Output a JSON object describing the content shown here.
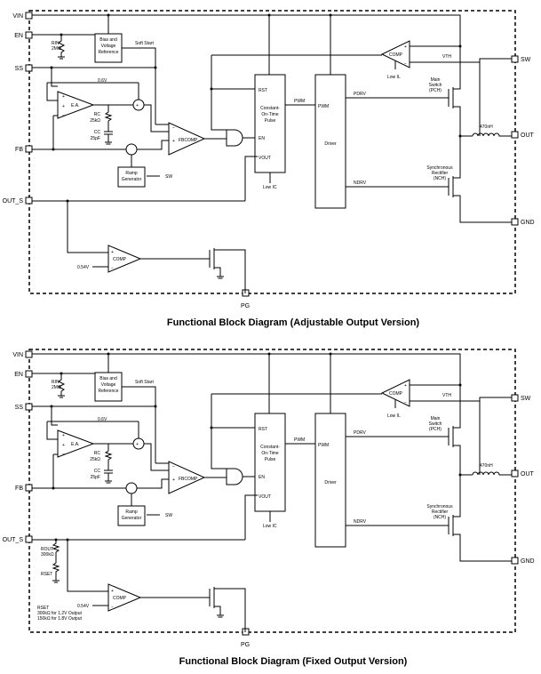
{
  "diagrams": [
    {
      "title": "Functional Block Diagram (Adjustable Output Version)",
      "pins": {
        "vin": "VIN",
        "en": "EN",
        "ss": "SS",
        "fb": "FB",
        "out_s": "OUT_S",
        "sw": "SW",
        "out": "OUT",
        "gnd": "GND",
        "pg": "PG"
      },
      "labels": {
        "rin_resistor": "RIN",
        "rin_value": "2MΩ",
        "bias_ref_l1": "Bias and",
        "bias_ref_l2": "Voltage",
        "bias_ref_l3": "Reference",
        "soft_start": "Soft Start",
        "vref_06": "0.6V",
        "ea": "E.A.",
        "rc": "RC",
        "rc_value": "25kΩ",
        "cc": "CC",
        "cc_value": "25pF",
        "fbcomp": "FBCOMP",
        "ramp_l1": "Ramp",
        "ramp_l2": "Generator",
        "sw_in": "SW",
        "cot_l1": "Constant-",
        "cot_l2": "On-Time",
        "cot_l3": "Pulse",
        "rst": "RST",
        "en_pin": "EN",
        "vout_pin": "VOUT",
        "low_ic": "Low IC",
        "pwm": "PWM",
        "pwm_in": "PWM",
        "driver": "Driver",
        "pdrv": "PDRV",
        "ndrv": "NDRV",
        "comp_top": "COMP",
        "vth": "VTH",
        "low_il": "Low IL",
        "main_sw_l1": "Main",
        "main_sw_l2": "Switch",
        "main_sw_l3": "(PCH)",
        "sync_l1": "Synchronous",
        "sync_l2": "Rectifier",
        "sync_l3": "(NCH)",
        "inductor": "470nH",
        "comp_pg": "COMP",
        "vref_054": "0.54V"
      }
    },
    {
      "title": "Functional Block Diagram (Fixed Output Version)",
      "pins": {
        "vin": "VIN",
        "en": "EN",
        "ss": "SS",
        "fb": "FB",
        "out_s": "OUT_S",
        "sw": "SW",
        "out": "OUT",
        "gnd": "GND",
        "pg": "PG"
      },
      "labels": {
        "rin_resistor": "RIN",
        "rin_value": "2MΩ",
        "bias_ref_l1": "Bias and",
        "bias_ref_l2": "Voltage",
        "bias_ref_l3": "Reference",
        "soft_start": "Soft Start",
        "vref_06": "0.6V",
        "ea": "E.A.",
        "rc": "RC",
        "rc_value": "25kΩ",
        "cc": "CC",
        "cc_value": "25pF",
        "fbcomp": "FBCOMP",
        "ramp_l1": "Ramp",
        "ramp_l2": "Generator",
        "sw_in": "SW",
        "cot_l1": "Constant-",
        "cot_l2": "On-Time",
        "cot_l3": "Pulse",
        "rst": "RST",
        "en_pin": "EN",
        "vout_pin": "VOUT",
        "low_ic": "Low IC",
        "pwm": "PWM",
        "pwm_in": "PWM",
        "driver": "Driver",
        "pdrv": "PDRV",
        "ndrv": "NDRV",
        "comp_top": "COMP",
        "vth": "VTH",
        "low_il": "Low IL",
        "main_sw_l1": "Main",
        "main_sw_l2": "Switch",
        "main_sw_l3": "(PCH)",
        "sync_l1": "Synchronous",
        "sync_l2": "Rectifier",
        "sync_l3": "(NCH)",
        "inductor": "470nH",
        "comp_pg": "COMP",
        "vref_054": "0.54V",
        "rout_resistor": "ROUT",
        "rout_value": "300kΩ",
        "rset_resistor": "RSET",
        "rset_note_title": "RSET",
        "rset_note_1": "300kΩ for 1.2V Output",
        "rset_note_2": "150kΩ for 1.8V Output"
      }
    }
  ]
}
